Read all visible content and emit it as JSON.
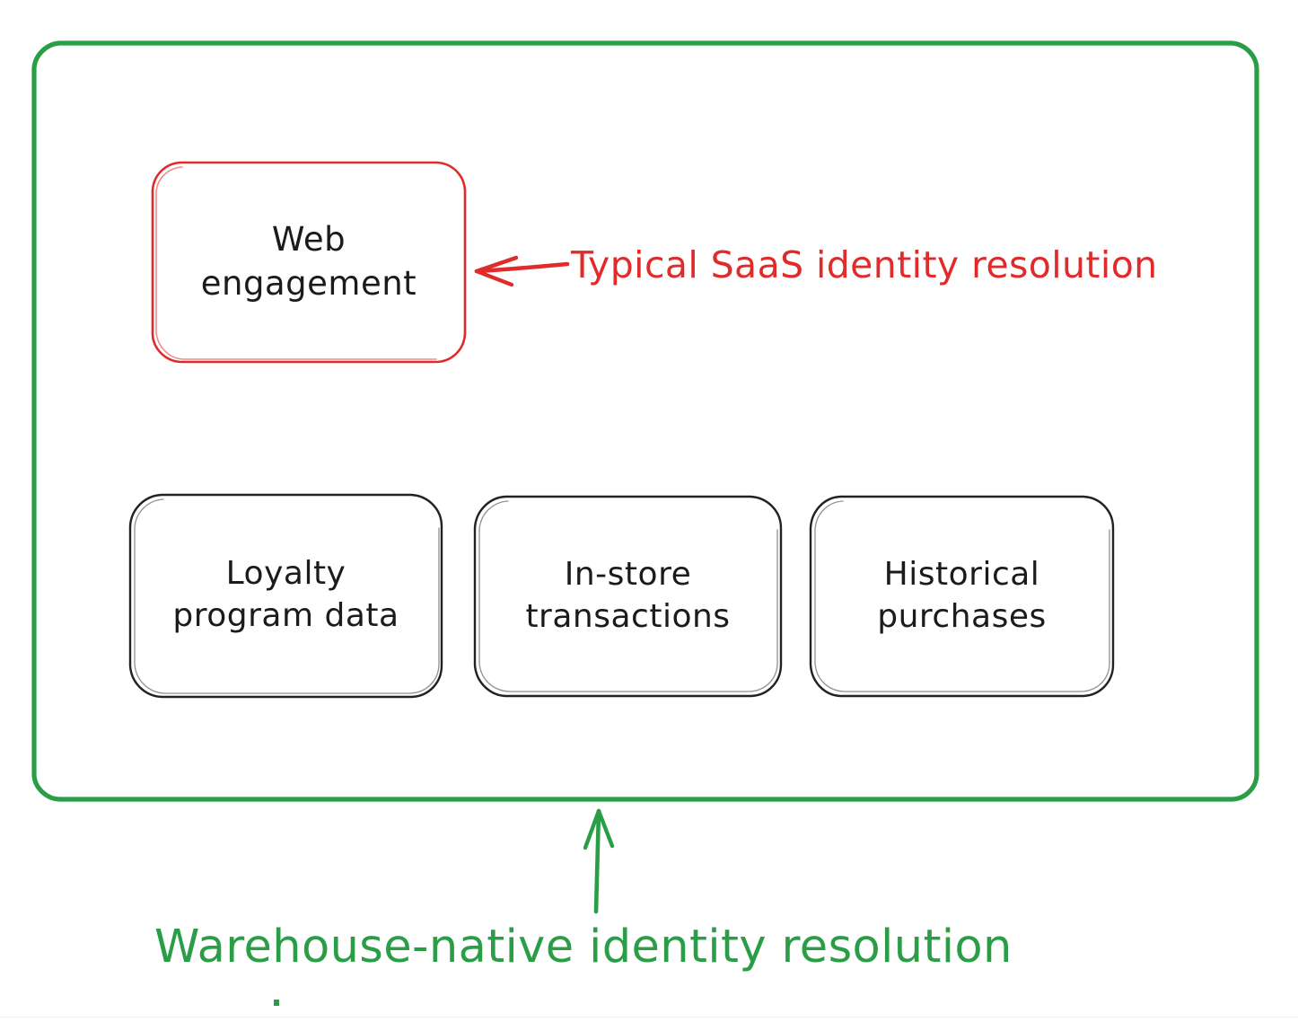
{
  "diagram": {
    "title": "Warehouse-native identity resolution",
    "type": "hand-drawn-boundary-diagram",
    "colors": {
      "container_border": "#2a9e46",
      "highlight_node_border": "#e02b2b",
      "node_border": "#1b1b1b",
      "highlight_annotation": "#e02b2b",
      "container_annotation": "#2a9e46",
      "node_text": "#1b1b1b",
      "canvas": "#ffffff"
    },
    "container": {
      "name": "warehouse-boundary",
      "stroke": "#2a9e46"
    },
    "nodes": [
      {
        "id": "web-engagement",
        "line1": "Web",
        "line2": "engagement",
        "stroke": "#e02b2b",
        "highlighted": true
      },
      {
        "id": "loyalty-program-data",
        "line1": "Loyalty",
        "line2": "program data",
        "stroke": "#1b1b1b",
        "highlighted": false
      },
      {
        "id": "in-store-transactions",
        "line1": "In-store",
        "line2": "transactions",
        "stroke": "#1b1b1b",
        "highlighted": false
      },
      {
        "id": "historical-purchases",
        "line1": "Historical",
        "line2": "purchases",
        "stroke": "#1b1b1b",
        "highlighted": false
      }
    ],
    "annotations": [
      {
        "id": "typical-saas",
        "text": "Typical SaaS identity resolution",
        "color": "#e02b2b",
        "arrow": "left",
        "points_to": "web-engagement"
      },
      {
        "id": "warehouse-native",
        "text": "Warehouse-native identity resolution",
        "color": "#2a9e46",
        "arrow": "up",
        "points_to": "warehouse-boundary"
      }
    ]
  }
}
